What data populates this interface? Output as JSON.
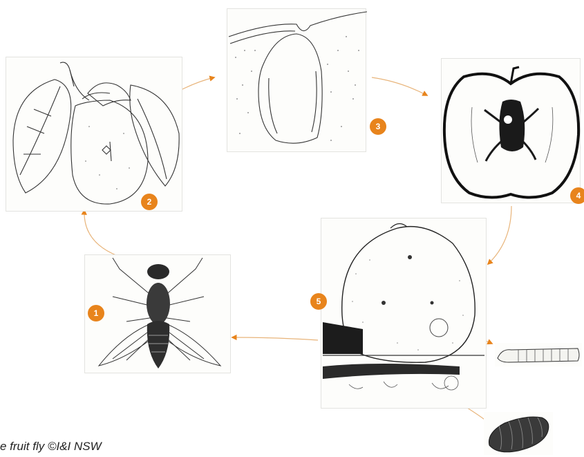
{
  "caption": "e fruit fly ©I&I NSW",
  "stages": [
    {
      "number": "1",
      "name": "adult fruit fly"
    },
    {
      "number": "2",
      "name": "fruit with leaves"
    },
    {
      "number": "3",
      "name": "egg in fruit skin"
    },
    {
      "number": "4",
      "name": "apple cross-section"
    },
    {
      "number": "5",
      "name": "fallen fruit with larva and pupa"
    }
  ],
  "colors": {
    "accent": "#e8841c",
    "line": "#333333"
  }
}
